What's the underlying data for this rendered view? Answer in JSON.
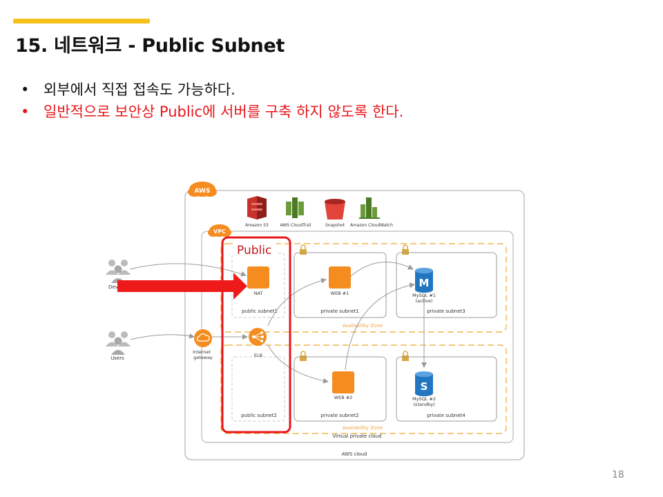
{
  "slide": {
    "title": "15. 네트워크 - Public Subnet",
    "page_number": "18",
    "accent_color": "#f4c21b"
  },
  "bullets": [
    {
      "text": "외부에서 직접 접속도 가능하다.",
      "color": "#111111"
    },
    {
      "text": "일반적으로 보안상 Public에 서버를 구축 하지 않도록 한다.",
      "color": "#e8141a"
    }
  ],
  "diagram": {
    "aws_badge": "AWS",
    "vpc_badge": "VPC",
    "public_label": "Public",
    "services": [
      "Amazon S3",
      "AWS CloudTrail",
      "Snapshot",
      "Amazon CloudWatch"
    ],
    "users": {
      "dev": "Dev",
      "users": "Users"
    },
    "gateway": [
      "Internet",
      "gateway"
    ],
    "nodes": {
      "nat": "NAT",
      "elb": "ELB",
      "web1": "WEB #1",
      "web2": "WEB #2",
      "mysql1": [
        "MySQL #1",
        "(active)"
      ],
      "mysql2": [
        "MySQL #2",
        "(standby)"
      ],
      "m_letter": "M",
      "s_letter": "S"
    },
    "subnets": {
      "public1": "public subnet1",
      "public2": "public subnet2",
      "private1": "private subnet1",
      "private2": "private subnet2",
      "private3": "private subnet3",
      "private4": "private subnet4"
    },
    "availability_zone": "Availability Zone",
    "vpc_caption": "Virtual private cloud",
    "cloud_caption": "AWS cloud",
    "colors": {
      "orange": "#f58c1f",
      "red": "#e8141a",
      "dashed": "#f0b64e",
      "mysql_blue": "#2276c1"
    }
  }
}
